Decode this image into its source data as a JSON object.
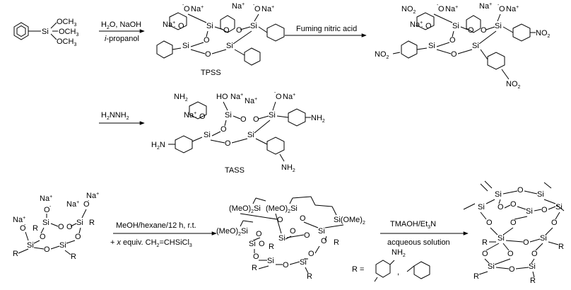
{
  "row1": {
    "reactant": {
      "och3_1": "OCH",
      "och3_2": "OCH",
      "och3_3": "OCH",
      "sub3": "3",
      "si": "Si"
    },
    "arrow1": {
      "top": "H",
      "top_sub": "2",
      "top_rest": "O, NaOH",
      "bottom_i": "i",
      "bottom_rest": "-propanol"
    },
    "tpss_label": "TPSS",
    "arrow2": {
      "top": "Fuming nitric acid"
    },
    "no2": "NO",
    "no2_sub": "2"
  },
  "row2": {
    "arrow": {
      "top": "H",
      "sub": "2",
      "mid": "NNH",
      "sub2": "2"
    },
    "tass_label": "TASS",
    "nh2": "NH",
    "nh2_sub": "2"
  },
  "row3": {
    "arrow1": {
      "top": "MeOH/hexane/12 h, r.t.",
      "bottom_plus": "+ ",
      "bottom_x": "x",
      "bottom_rest": " equiv. CH",
      "bottom_sub": "2",
      "bottom_tail": "=CHSiCl",
      "bottom_sub2": "3"
    },
    "arrow2": {
      "top": "TMAOH/Et",
      "top_sub": "3",
      "top_tail": "N",
      "bottom": "acqueous solution"
    },
    "meo": "(MeO)",
    "meo_sub": "2",
    "si_ome": "Si(OMe)",
    "r_eq": "R =",
    "r_nh2": "NH",
    "r_nh2_sub": "2",
    "comma": ","
  },
  "atoms": {
    "si": "Si",
    "o": "O",
    "na": "Na",
    "plus": "+",
    "minus": "-",
    "r": "R",
    "ho": "HO",
    "h2n": "H",
    "n": "N"
  }
}
